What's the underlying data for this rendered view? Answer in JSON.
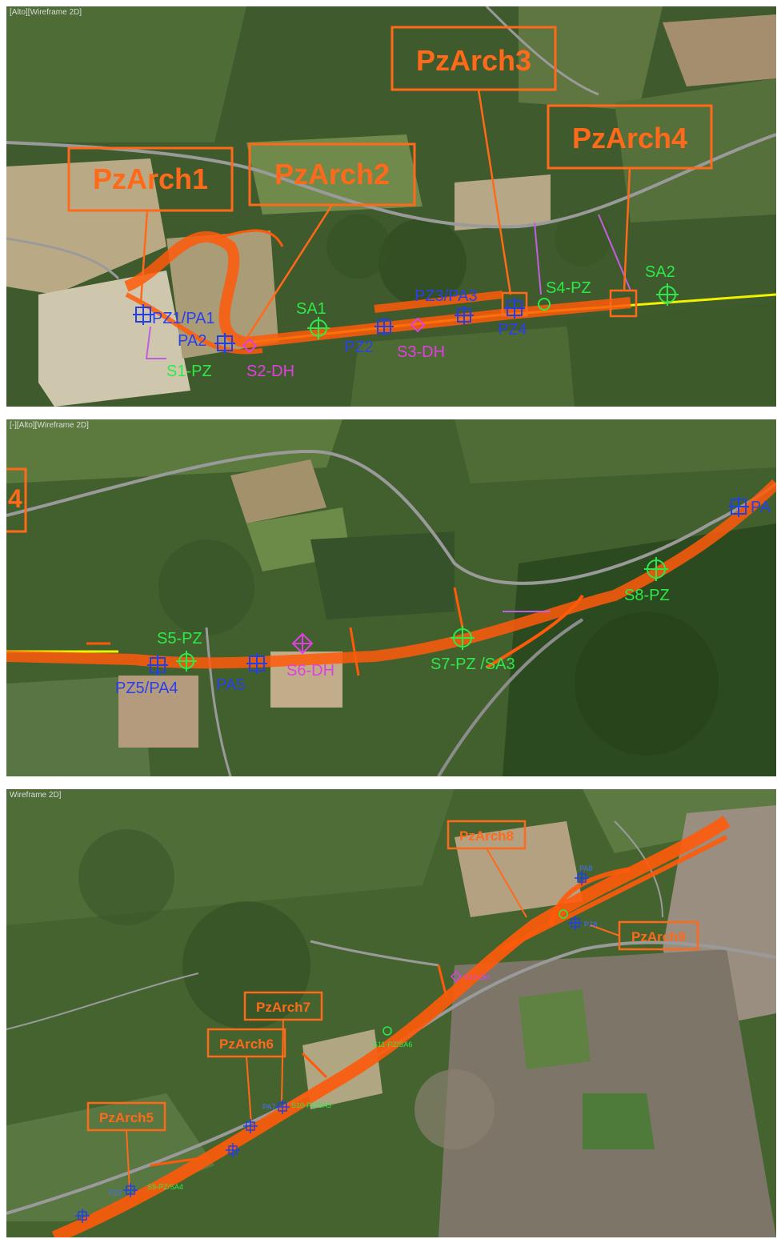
{
  "panels": [
    {
      "viewport_title": "[Alto][Wireframe 2D]",
      "callouts": [
        "PzArch1",
        "PzArch2",
        "PzArch3",
        "PzArch4"
      ],
      "labels": {
        "pz1pa1": "PZ1/PA1",
        "pa2": "PA2",
        "s1pz": "S1-PZ",
        "s2dh": "S2-DH",
        "sa1": "SA1",
        "pz2": "PZ2",
        "s3dh": "S3-DH",
        "pz3pa3": "PZ3/PA3",
        "pz4": "PZ4",
        "s4pz": "S4-PZ",
        "sa2": "SA2"
      }
    },
    {
      "viewport_title": "[-][Alto][Wireframe 2D]",
      "edge_callout": "4",
      "labels": {
        "s5pz": "S5-PZ",
        "pz5pa4": "PZ5/PA4",
        "pa5": "PA5",
        "s6dh": "S6-DH",
        "s7pzsa3": "S7-PZ /SA3",
        "s8pz": "S8-PZ",
        "pa_edge": "PA"
      }
    },
    {
      "viewport_title": "Wireframe 2D]",
      "callouts": [
        "PzArch5",
        "PzArch6",
        "PzArch7",
        "PzArch8",
        "PzArch9"
      ],
      "labels": {
        "pz6": "PZ6",
        "s9": "S9-PZ/SA4",
        "pa7": "PA7",
        "s10": "S10-PZ/SA5",
        "s11": "S11-PZ/SA6",
        "dh": "S12-DH",
        "pa8": "PA8",
        "pz8": "PZ8"
      }
    }
  ],
  "colors": {
    "route": "#ff5a0a",
    "callout": "#ff6a1a",
    "pz_marker": "#2440e0",
    "s_marker": "#2ee84a",
    "dh_marker": "#e040e0",
    "highway": "#f2f200",
    "road": "#8c8c8c"
  }
}
